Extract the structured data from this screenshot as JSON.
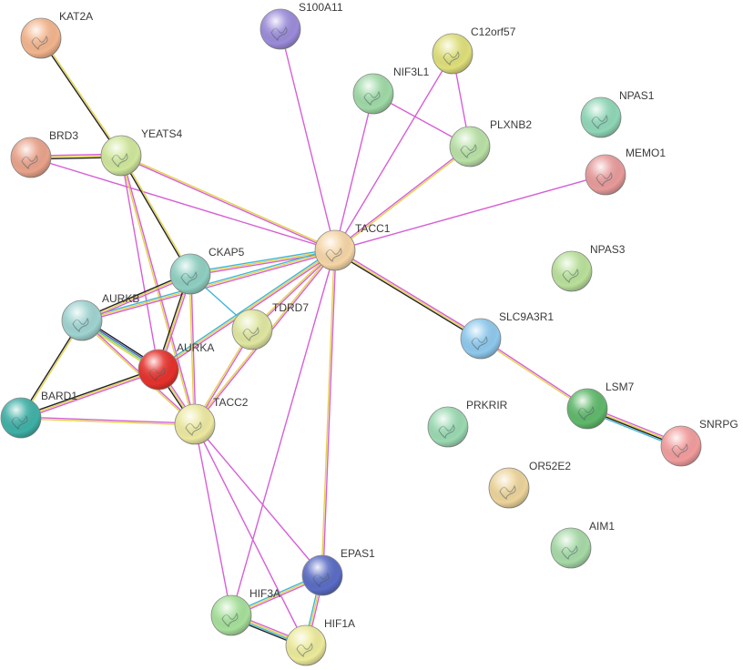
{
  "network": {
    "nodes": [
      {
        "id": "KAT2A",
        "label": "KAT2A",
        "color": "#f2b48c"
      },
      {
        "id": "S100A11",
        "label": "S100A11",
        "color": "#9b8bd9"
      },
      {
        "id": "C12orf57",
        "label": "C12orf57",
        "color": "#dede7a"
      },
      {
        "id": "NIF3L1",
        "label": "NIF3L1",
        "color": "#9fd9a6"
      },
      {
        "id": "NPAS1",
        "label": "NPAS1",
        "color": "#8fd6b6"
      },
      {
        "id": "PLXNB2",
        "label": "PLXNB2",
        "color": "#b9e0a5"
      },
      {
        "id": "BRD3",
        "label": "BRD3",
        "color": "#e8a28a"
      },
      {
        "id": "YEATS4",
        "label": "YEATS4",
        "color": "#cfe69b"
      },
      {
        "id": "MEMO1",
        "label": "MEMO1",
        "color": "#e79a9a"
      },
      {
        "id": "TACC1",
        "label": "TACC1",
        "color": "#f5d5a6"
      },
      {
        "id": "CKAP5",
        "label": "CKAP5",
        "color": "#8fcfc1"
      },
      {
        "id": "NPAS3",
        "label": "NPAS3",
        "color": "#b9e09a"
      },
      {
        "id": "AURKB",
        "label": "AURKB",
        "color": "#9fd3d0"
      },
      {
        "id": "TDRD7",
        "label": "TDRD7",
        "color": "#dfe6a0"
      },
      {
        "id": "SLC9A3R1",
        "label": "SLC9A3R1",
        "color": "#8ec8ec"
      },
      {
        "id": "AURKA",
        "label": "AURKA",
        "color": "#e5312b"
      },
      {
        "id": "BARD1",
        "label": "BARD1",
        "color": "#3fb0a6"
      },
      {
        "id": "TACC2",
        "label": "TACC2",
        "color": "#ece8a0"
      },
      {
        "id": "LSM7",
        "label": "LSM7",
        "color": "#5fb86a"
      },
      {
        "id": "PRKRIR",
        "label": "PRKRIR",
        "color": "#9ad9b1"
      },
      {
        "id": "SNRPG",
        "label": "SNRPG",
        "color": "#f19c9c"
      },
      {
        "id": "OR52E2",
        "label": "OR52E2",
        "color": "#ecd39a"
      },
      {
        "id": "AIM1",
        "label": "AIM1",
        "color": "#a6d9a6"
      },
      {
        "id": "EPAS1",
        "label": "EPAS1",
        "color": "#5a6cc4"
      },
      {
        "id": "HIF3A",
        "label": "HIF3A",
        "color": "#a6df9a"
      },
      {
        "id": "HIF1A",
        "label": "HIF1A",
        "color": "#ecea9a"
      }
    ],
    "edge_colors": [
      "#d65fd6",
      "#e3d34a",
      "#222222",
      "#3fb6d6",
      "#4a5fd0",
      "#6ad06a"
    ],
    "edges": [
      {
        "source": "KAT2A",
        "target": "YEATS4",
        "types": [
          1,
          2
        ]
      },
      {
        "source": "BRD3",
        "target": "YEATS4",
        "types": [
          0,
          1,
          2
        ]
      },
      {
        "source": "BRD3",
        "target": "TACC1",
        "types": [
          0
        ]
      },
      {
        "source": "YEATS4",
        "target": "TACC1",
        "types": [
          1,
          0
        ]
      },
      {
        "source": "YEATS4",
        "target": "CKAP5",
        "types": [
          1,
          2
        ]
      },
      {
        "source": "YEATS4",
        "target": "AURKA",
        "types": [
          0
        ]
      },
      {
        "source": "YEATS4",
        "target": "TACC2",
        "types": [
          0,
          1
        ]
      },
      {
        "source": "S100A11",
        "target": "TACC1",
        "types": [
          0
        ]
      },
      {
        "source": "NIF3L1",
        "target": "TACC1",
        "types": [
          0
        ]
      },
      {
        "source": "NIF3L1",
        "target": "PLXNB2",
        "types": [
          0
        ]
      },
      {
        "source": "C12orf57",
        "target": "TACC1",
        "types": [
          0
        ]
      },
      {
        "source": "C12orf57",
        "target": "PLXNB2",
        "types": [
          0
        ]
      },
      {
        "source": "PLXNB2",
        "target": "TACC1",
        "types": [
          1,
          0
        ]
      },
      {
        "source": "MEMO1",
        "target": "TACC1",
        "types": [
          0
        ]
      },
      {
        "source": "TACC1",
        "target": "CKAP5",
        "types": [
          0,
          1,
          3
        ]
      },
      {
        "source": "TACC1",
        "target": "AURKB",
        "types": [
          0,
          1,
          3
        ]
      },
      {
        "source": "TACC1",
        "target": "TDRD7",
        "types": [
          0,
          1
        ]
      },
      {
        "source": "TACC1",
        "target": "AURKA",
        "types": [
          0,
          1,
          3
        ]
      },
      {
        "source": "TACC1",
        "target": "TACC2",
        "types": [
          0,
          1
        ]
      },
      {
        "source": "TACC1",
        "target": "SLC9A3R1",
        "types": [
          0,
          1,
          2
        ]
      },
      {
        "source": "TACC1",
        "target": "EPAS1",
        "types": [
          0,
          1
        ]
      },
      {
        "source": "TACC1",
        "target": "HIF3A",
        "types": [
          0
        ]
      },
      {
        "source": "CKAP5",
        "target": "AURKB",
        "types": [
          0,
          1,
          2
        ]
      },
      {
        "source": "CKAP5",
        "target": "AURKA",
        "types": [
          0,
          1,
          2
        ]
      },
      {
        "source": "CKAP5",
        "target": "TACC2",
        "types": [
          0,
          1
        ]
      },
      {
        "source": "CKAP5",
        "target": "TDRD7",
        "types": [
          3
        ]
      },
      {
        "source": "AURKB",
        "target": "AURKA",
        "types": [
          2,
          4,
          5,
          1
        ]
      },
      {
        "source": "AURKB",
        "target": "BARD1",
        "types": [
          1,
          2
        ]
      },
      {
        "source": "AURKB",
        "target": "TACC2",
        "types": [
          0,
          1
        ]
      },
      {
        "source": "AURKA",
        "target": "BARD1",
        "types": [
          0,
          1,
          2
        ]
      },
      {
        "source": "AURKA",
        "target": "TACC2",
        "types": [
          0,
          1,
          2
        ]
      },
      {
        "source": "BARD1",
        "target": "TACC2",
        "types": [
          0,
          1
        ]
      },
      {
        "source": "TDRD7",
        "target": "TACC2",
        "types": [
          0,
          1
        ]
      },
      {
        "source": "SLC9A3R1",
        "target": "LSM7",
        "types": [
          0,
          1
        ]
      },
      {
        "source": "LSM7",
        "target": "SNRPG",
        "types": [
          0,
          1,
          2,
          3
        ]
      },
      {
        "source": "TACC2",
        "target": "EPAS1",
        "types": [
          0
        ]
      },
      {
        "source": "TACC2",
        "target": "HIF3A",
        "types": [
          0
        ]
      },
      {
        "source": "TACC2",
        "target": "HIF1A",
        "types": [
          0
        ]
      },
      {
        "source": "EPAS1",
        "target": "HIF3A",
        "types": [
          0,
          1,
          3
        ]
      },
      {
        "source": "EPAS1",
        "target": "HIF1A",
        "types": [
          0,
          1,
          3
        ]
      },
      {
        "source": "HIF3A",
        "target": "HIF1A",
        "types": [
          0,
          1,
          3,
          2
        ]
      }
    ]
  }
}
